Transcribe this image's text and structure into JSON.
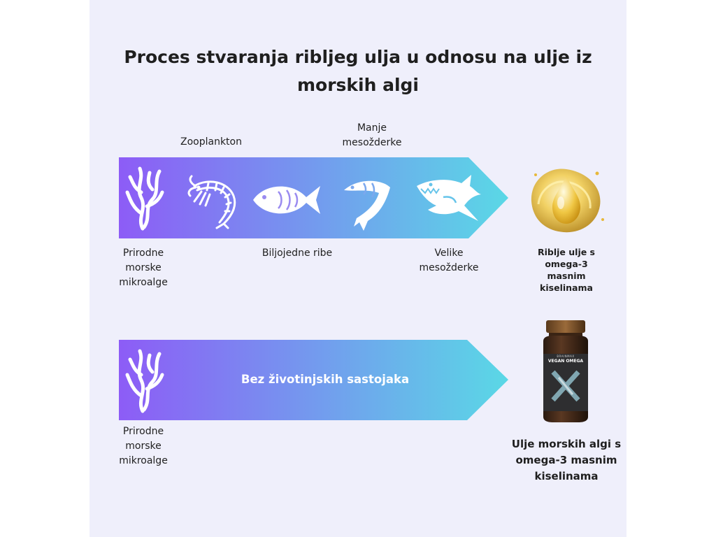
{
  "title": {
    "line1": "Proces stvaranja ribljeg ulja u odnosu na ulje iz",
    "line2": "morskih algi"
  },
  "row1": {
    "top_labels": {
      "zooplankton": "Zooplankton",
      "smaller_carnivores_l1": "Manje",
      "smaller_carnivores_l2": "mesožderke"
    },
    "bottom_labels": {
      "microalgae_l1": "Prirodne",
      "microalgae_l2": "morske",
      "microalgae_l3": "mikroalge",
      "herbivore_fish": "Biljojedne ribe",
      "large_carnivores_l1": "Velike",
      "large_carnivores_l2": "mesožderke"
    },
    "icons": [
      "seaweed-icon",
      "shrimp-icon",
      "fish-icon",
      "jumping-fish-icon",
      "shark-icon"
    ],
    "result": {
      "icon": "oil-drop-icon",
      "l1": "Riblje ulje s",
      "l2": "omega-3",
      "l3": "masnim",
      "l4": "kiselinama"
    }
  },
  "row2": {
    "arrow_text": "Bez životinjskih sastojaka",
    "icons": [
      "seaweed-icon"
    ],
    "bottom_labels": {
      "microalgae_l1": "Prirodne",
      "microalgae_l2": "morske",
      "microalgae_l3": "mikroalge"
    },
    "result": {
      "icon": "supplement-jar-icon",
      "jar_brand": "BRAINMAX",
      "jar_name": "VEGAN OMEGA",
      "l1": "Ulje morskih algi s",
      "l2": "omega-3 masnim",
      "l3": "kiselinama"
    }
  },
  "colors": {
    "gradient_start": "#8d5cf6",
    "gradient_end": "#5ad8e6",
    "background": "#efeffb",
    "text": "#1f1f1f"
  }
}
